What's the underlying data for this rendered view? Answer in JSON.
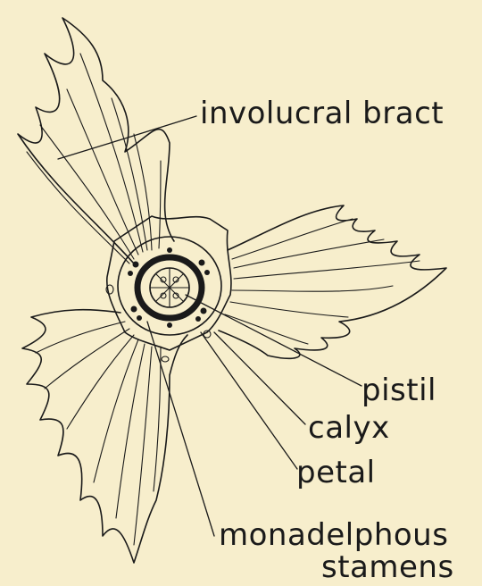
{
  "diagram": {
    "labels": {
      "involucral_bract": "involucral bract",
      "pistil": "pistil",
      "calyx": "calyx",
      "petal": "petal",
      "monadelphous": "monadelphous",
      "stamens": "stamens"
    },
    "colors": {
      "paper": "#f7eecc",
      "ink": "#1a1a1a"
    }
  }
}
